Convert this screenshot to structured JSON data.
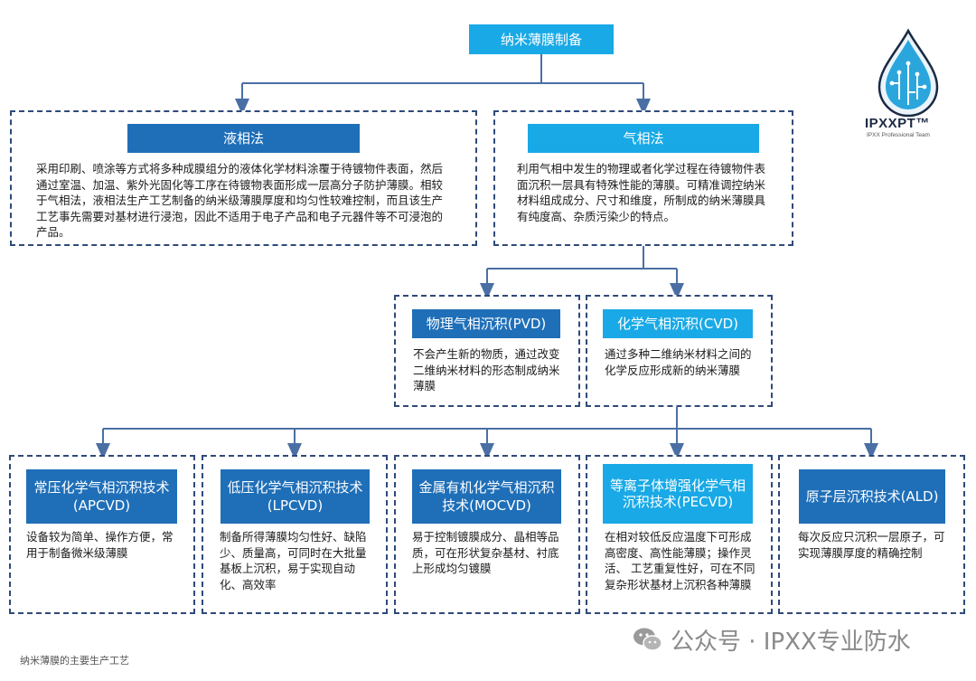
{
  "root": {
    "title": "纳米薄膜制备"
  },
  "methods": [
    {
      "title": "液相法",
      "desc": "采用印刷、喷涂等方式将多种成膜组分的液体化学材料涂覆于待镀物件表面，然后通过室温、加温、紫外光固化等工序在待镀物表面形成一层高分子防护薄膜。相较于气相法，液相法生产工艺制备的纳米级薄膜厚度和均匀性较难控制，而且该生产工艺事先需要对基材进行浸泡，因此不适用于电子产品和电子元器件等不可浸泡的产品。"
    },
    {
      "title": "气相法",
      "desc": "利用气相中发生的物理或者化学过程在待镀物件表面沉积一层具有特殊性能的薄膜。可精准调控纳米材料组成成分、尺寸和维度，所制成的纳米薄膜具有纯度高、杂质污染少的特点。"
    }
  ],
  "vapor_types": [
    {
      "title": "物理气相沉积(PVD)",
      "desc": "不会产生新的物质，通过改变二维纳米材料的形态制成纳米薄膜"
    },
    {
      "title": "化学气相沉积(CVD)",
      "desc": "通过多种二维纳米材料之间的化学反应形成新的纳米薄膜"
    }
  ],
  "cvd_techs": [
    {
      "title": "常压化学气相沉积技术(APCVD)",
      "desc": "设备较为简单、操作方便，常用于制备微米级薄膜"
    },
    {
      "title": "低压化学气相沉积技术(LPCVD)",
      "desc": "制备所得薄膜均匀性好、缺陷少、质量高，可同时在大批量基板上沉积，易于实现自动化、高效率"
    },
    {
      "title": "金属有机化学气相沉积技术(MOCVD)",
      "desc": "易于控制镀膜成分、晶相等品质，可在形状复杂基材、衬底上形成均匀镀膜"
    },
    {
      "title": "等离子体增强化学气相沉积技术(PECVD)",
      "desc": "在相对较低反应温度下可形成高密度、高性能薄膜；操作灵活、 工艺重复性好，可在不同复杂形状基材上沉积各种薄膜"
    },
    {
      "title": "原子层沉积技术(ALD)",
      "desc": "每次反应只沉积一层原子，可实现薄膜厚度的精确控制"
    }
  ],
  "logo": {
    "name": "IPXXPT™",
    "subtitle": "IPXX Professional Team"
  },
  "watermark": {
    "text": "公众号 · IPXX专业防水"
  },
  "caption": "纳米薄膜的主要生产工艺",
  "colors": {
    "dark_blue": "#1f6fb8",
    "light_blue": "#19a9e6",
    "line": "#4a6fa5",
    "border": "#2f4a7a"
  }
}
